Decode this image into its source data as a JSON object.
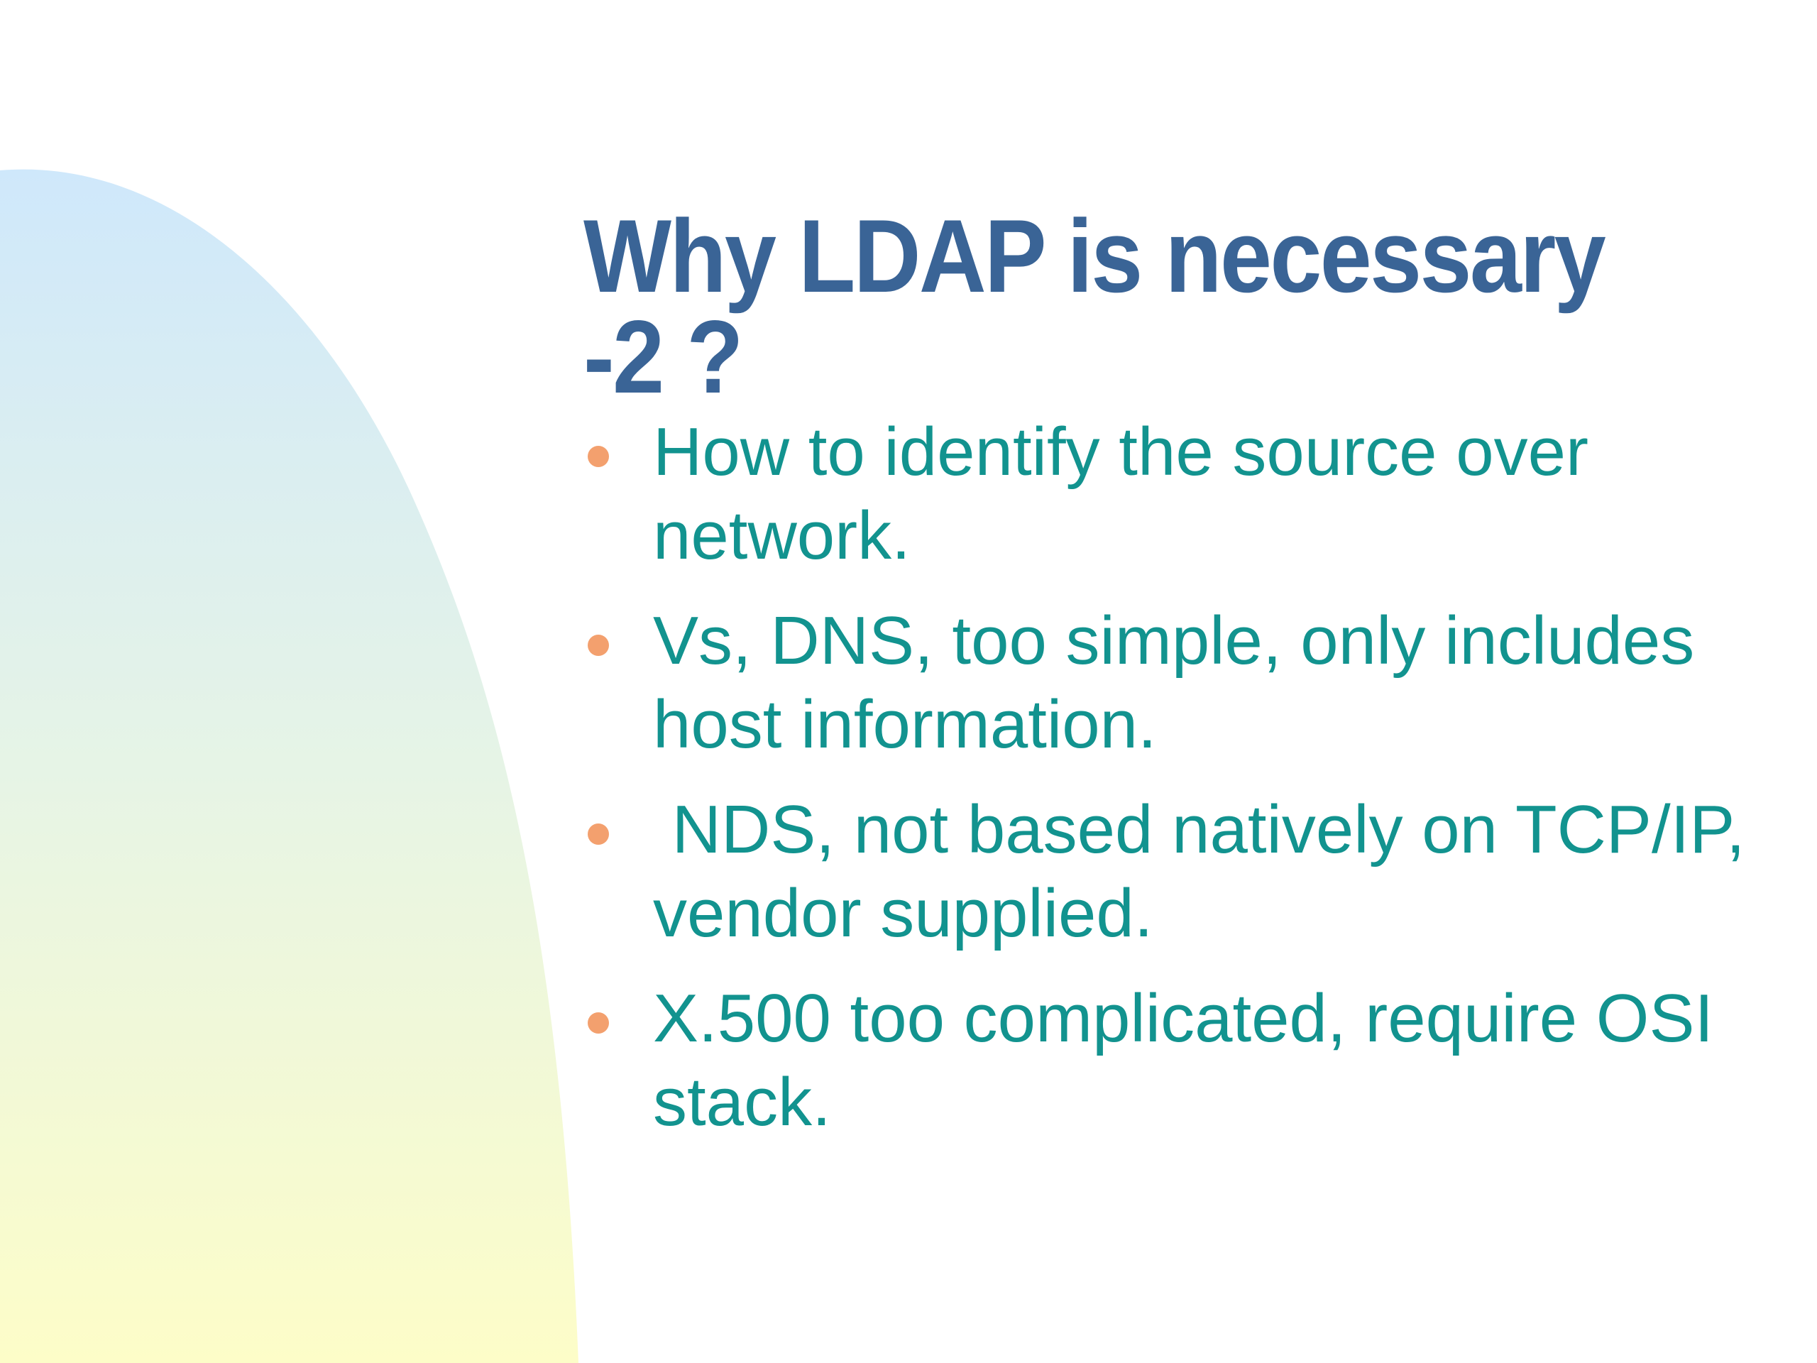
{
  "slide": {
    "title": "Why LDAP is necessary -2 ?",
    "bullets": [
      {
        "text": "How to identify the source over network."
      },
      {
        "text": "Vs, DNS, too simple, only includes host information."
      },
      {
        "text": " NDS, not based natively on TCP/IP, vendor supplied."
      },
      {
        "text": "X.500 too complicated, require OSI stack."
      }
    ]
  },
  "colors": {
    "title": "#3a6496",
    "body_text": "#12938f",
    "bullet_marker": "#f3a06e",
    "gradient_top": "#cfe8fb",
    "gradient_bottom": "#fdfdc8"
  }
}
